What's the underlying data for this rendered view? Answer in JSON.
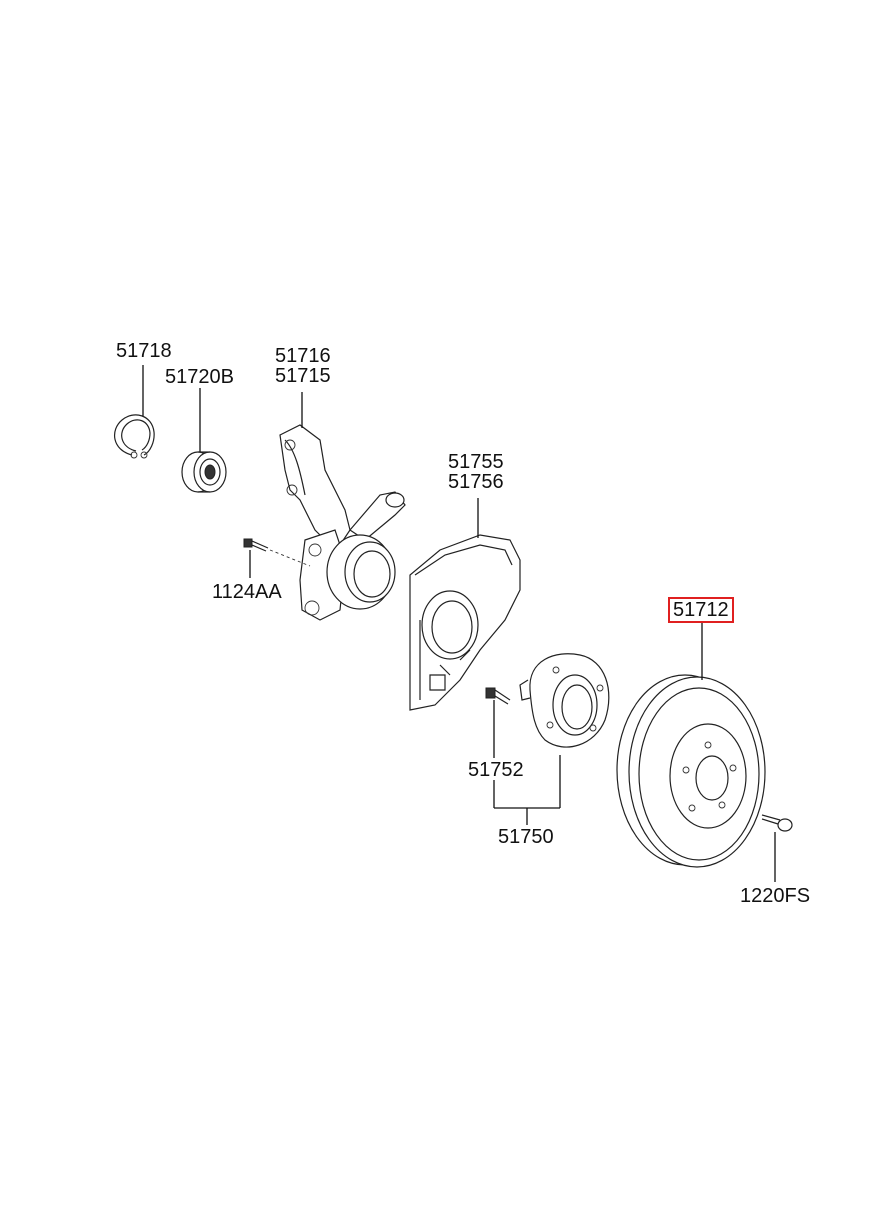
{
  "diagram": {
    "highlight_color": "#e02020",
    "labels": {
      "p51718": "51718",
      "p51720b": "51720B",
      "p51716": "51716",
      "p51715": "51715",
      "p51755": "51755",
      "p51756": "51756",
      "p1124aa": "1124AA",
      "p51712": "51712",
      "p51752": "51752",
      "p51750": "51750",
      "p1220fs": "1220FS"
    },
    "highlighted_part": "51712"
  }
}
